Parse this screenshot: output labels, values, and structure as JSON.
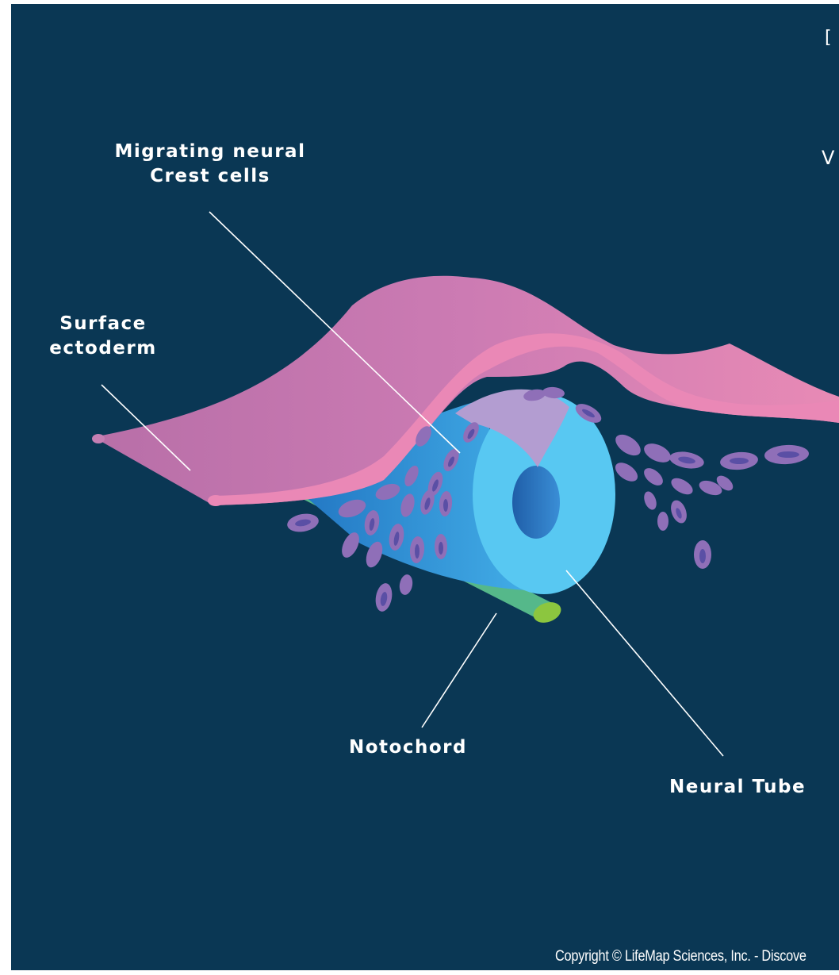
{
  "labels": {
    "migrating_crest": "Migrating neural\nCrest cells",
    "surface_ectoderm": "Surface\nectoderm",
    "notochord": "Notochord",
    "neural_tube": "Neural Tube"
  },
  "footer": {
    "copyright": "Copyright © LifeMap Sciences, Inc. - Discove"
  },
  "edge_fragments": {
    "top_right": "[",
    "mid_right": "V"
  },
  "colors": {
    "background": "#0a3754",
    "ectoderm": "#cf7fb4",
    "ectoderm_edge": "#ea88b6",
    "neural_tube": "#58c8f2",
    "neural_tube_body": "#2f8ed4",
    "lumen": "#2a74c0",
    "notochord": "#55b88a",
    "notochord_tip": "#8cc63f",
    "crest_cell": "#8f6fb8",
    "crest_cell_core": "#5a4fa5",
    "roof_plate": "#b39dd1",
    "leader_line": "#ffffff"
  }
}
